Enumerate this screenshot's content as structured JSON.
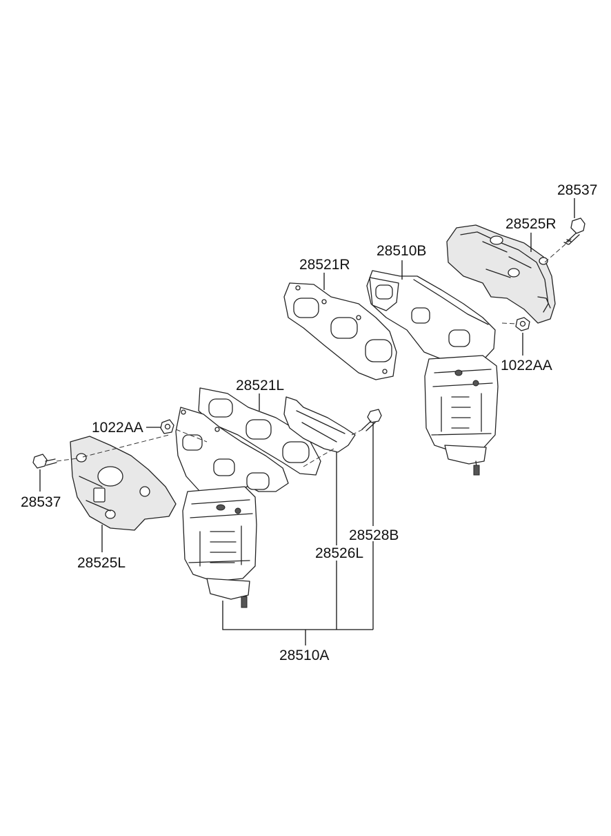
{
  "parts": {
    "bolt_right": "28537",
    "heat_shield_right": "28525R",
    "manifold_right": "28510B",
    "gasket_right": "28521R",
    "nut_right": "1022AA",
    "gasket_left": "28521L",
    "nut_left": "1022AA",
    "bolt_left": "28537",
    "heat_shield_left": "28525L",
    "stud_bolt": "28528B",
    "bracket": "28526L",
    "assembly": "28510A"
  }
}
